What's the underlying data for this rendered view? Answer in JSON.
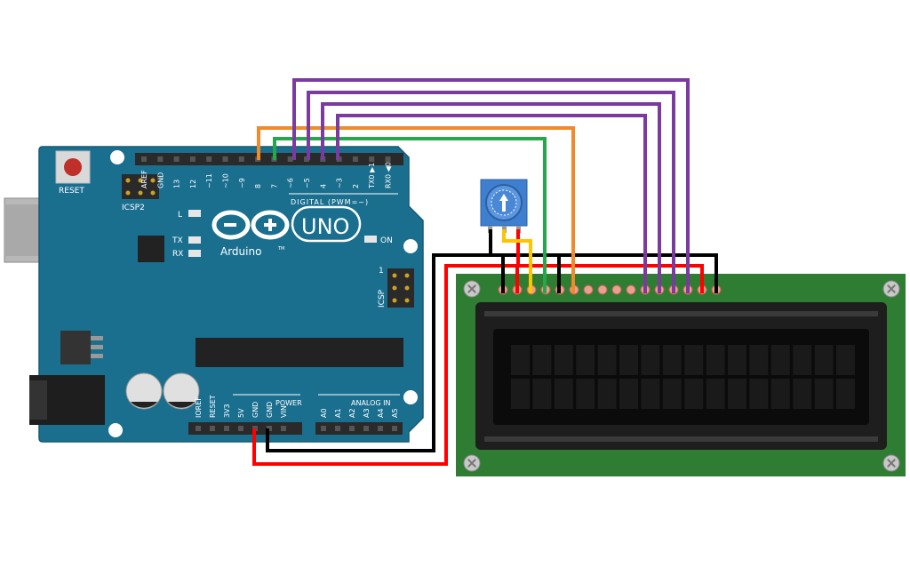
{
  "arduino": {
    "reset_label": "RESET",
    "icsp2_label": "ICSP2",
    "icsp_label": "ICSP",
    "icsp_pin1": "1",
    "l_label": "L",
    "tx_label": "TX",
    "rx_label": "RX",
    "on_label": "ON",
    "uno_label": "UNO",
    "brand_label": "Arduino",
    "tm_label": "TM",
    "digital_label": "DIGITAL (PWM=~)",
    "power_label": "POWER",
    "analog_label": "ANALOG IN",
    "digital_pins": [
      "AREF",
      "GND",
      "13",
      "12",
      "~11",
      "~10",
      "~9",
      "8",
      "7",
      "~6",
      "~5",
      "4",
      "~3",
      "2",
      "TX0 ▶1",
      "RX0 ◀0"
    ],
    "power_pins": [
      "IOREF",
      "RESET",
      "3V3",
      "5V",
      "GND",
      "GND",
      "VIN"
    ],
    "analog_pins": [
      "A0",
      "A1",
      "A2",
      "A3",
      "A4",
      "A5"
    ]
  },
  "colors": {
    "board": "#1a6f8f",
    "lcd_pcb": "#2e7d32",
    "wire_black": "#000000",
    "wire_red": "#ff0000",
    "wire_yellow": "#ffc400",
    "wire_orange": "#f08a2a",
    "wire_green": "#25a84a",
    "wire_purple": "#7b3aa0",
    "potentiometer": "#3f7fd0"
  },
  "lcd": {
    "columns": 16,
    "rows": 2,
    "pin_count": 16
  }
}
